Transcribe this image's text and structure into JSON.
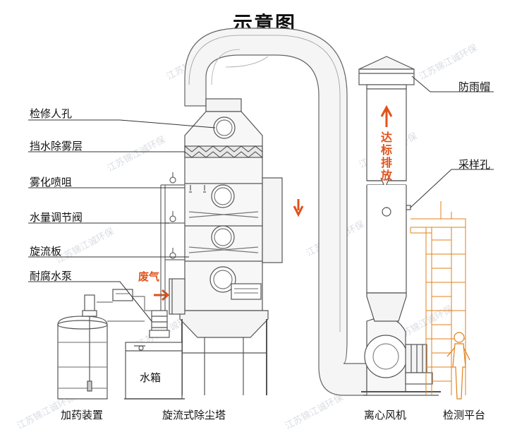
{
  "title": "示意图",
  "labels": {
    "inspection_hole": "检修人孔",
    "demister": "挡水除雾层",
    "spray_nozzle": "雾化喷咀",
    "flow_valve": "水量调节阀",
    "swirl_plate": "旋流板",
    "pump": "耐腐水泵",
    "rain_cap": "防雨帽",
    "sampling_hole": "采样孔",
    "waste_gas": "废气",
    "discharge": "达标排放"
  },
  "captions": {
    "water_tank": "水箱",
    "dosing_device": "加药装置",
    "scrubber_tower": "旋流式除尘塔",
    "centrifugal_fan": "离心风机",
    "platform": "检测平台"
  },
  "watermark": "江苏锦江诚环保",
  "colors": {
    "line": "#555555",
    "accent": "#e0521b",
    "watermark": "#c9ced6",
    "platform": "#e0811b"
  }
}
